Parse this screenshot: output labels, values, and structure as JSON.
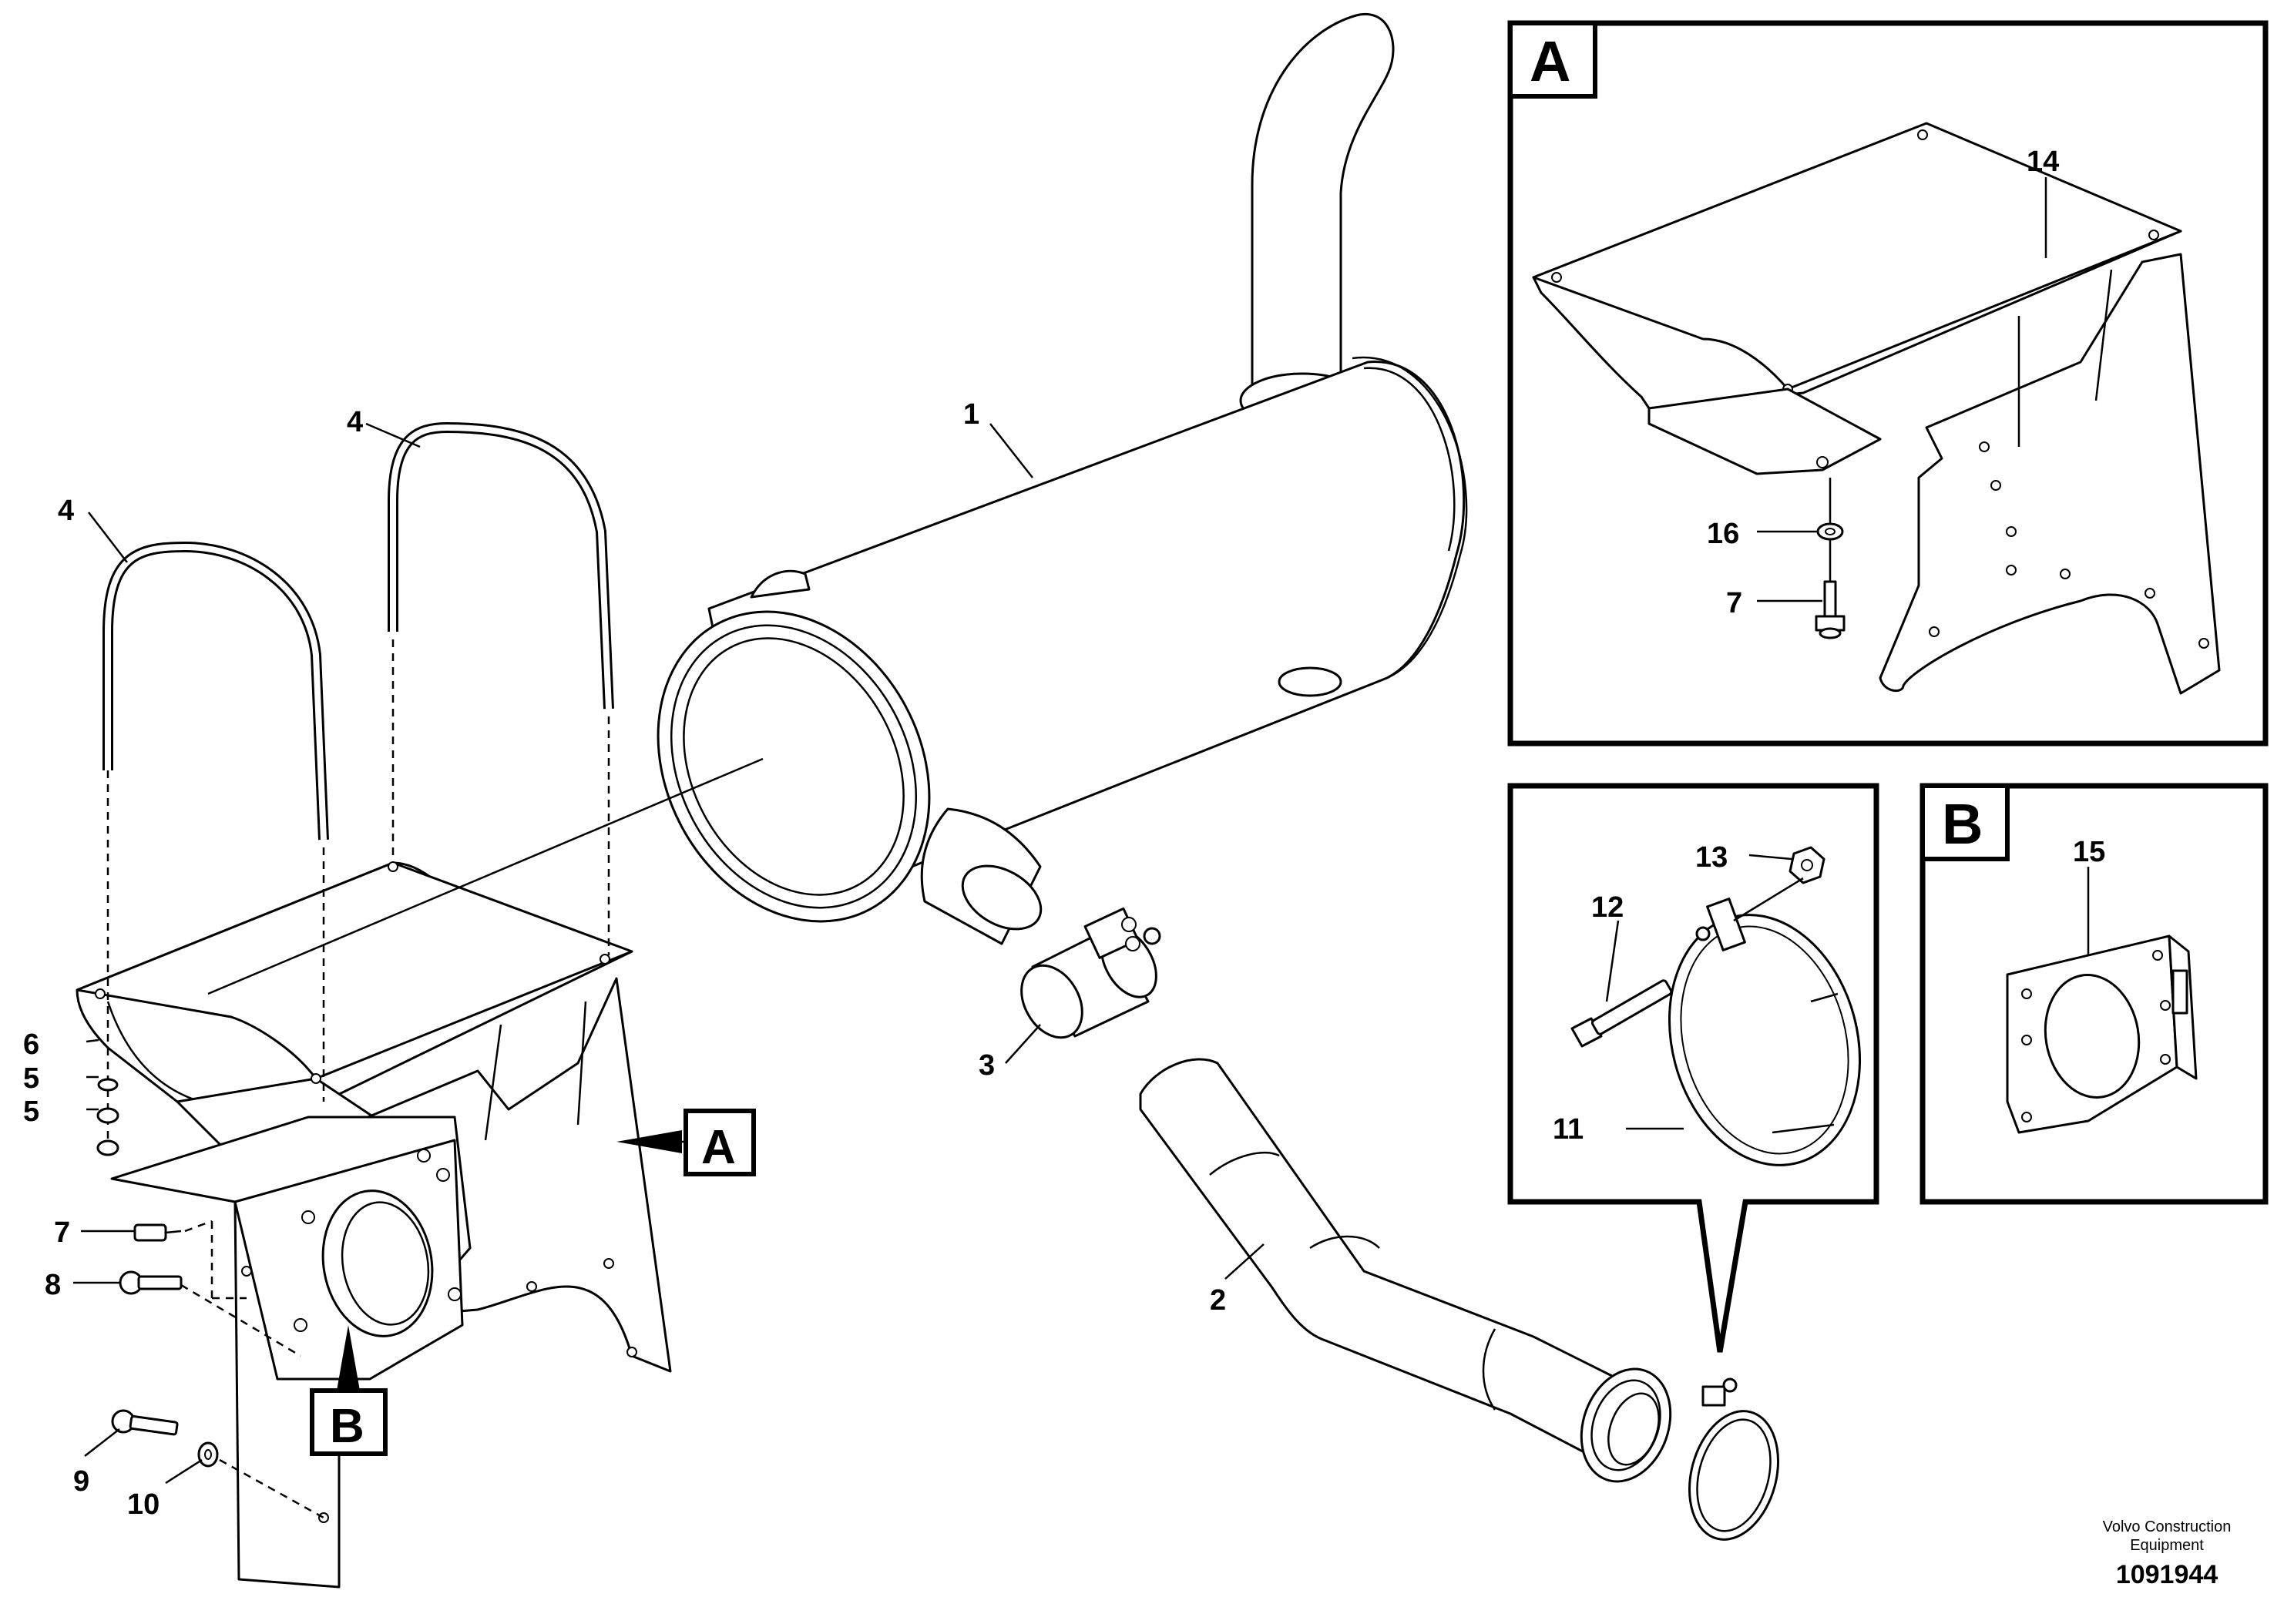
{
  "callouts": {
    "c1": "1",
    "c2": "2",
    "c3": "3",
    "c4a": "4",
    "c4b": "4",
    "c5a": "5",
    "c5b": "5",
    "c6": "6",
    "c7": "7",
    "c8": "8",
    "c9": "9",
    "c10": "10",
    "c11": "11",
    "c12": "12",
    "c13": "13",
    "c14": "14",
    "c15": "15",
    "c16": "16",
    "c7a": "7"
  },
  "detail_labels": {
    "a_main": "A",
    "b_main": "B",
    "a_box": "A",
    "b_box": "B"
  },
  "footer": {
    "brand_line1": "Volvo Construction",
    "brand_line2": "Equipment",
    "doc_number": "1091944"
  }
}
